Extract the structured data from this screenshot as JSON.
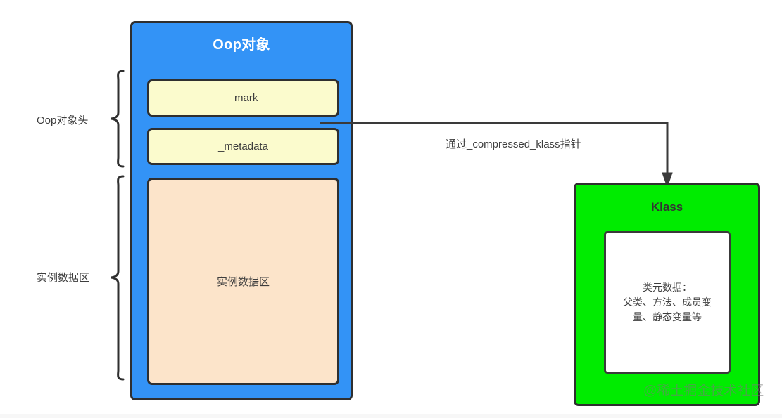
{
  "diagram": {
    "oop": {
      "title": "Oop对象",
      "fields": [
        {
          "label": "_mark"
        },
        {
          "label": "_metadata"
        }
      ],
      "instance_area_label": "实例数据区"
    },
    "side_labels": {
      "header": "Oop对象头",
      "instance": "实例数据区"
    },
    "connector": {
      "label": "通过_compressed_klass指针"
    },
    "klass": {
      "title": "Klass",
      "metadata_text": "类元数据：\n父类、方法、成员变\n量、静态变量等"
    },
    "watermark": "@稀土掘金技术社区"
  },
  "colors": {
    "oop_fill": "#3393f6",
    "field_fill": "#fbfbcd",
    "instance_fill": "#fce4ca",
    "klass_fill": "#00ec00",
    "stroke": "#2f2f2f",
    "text": "#3d3d3d",
    "title_text": "#ffffff"
  }
}
